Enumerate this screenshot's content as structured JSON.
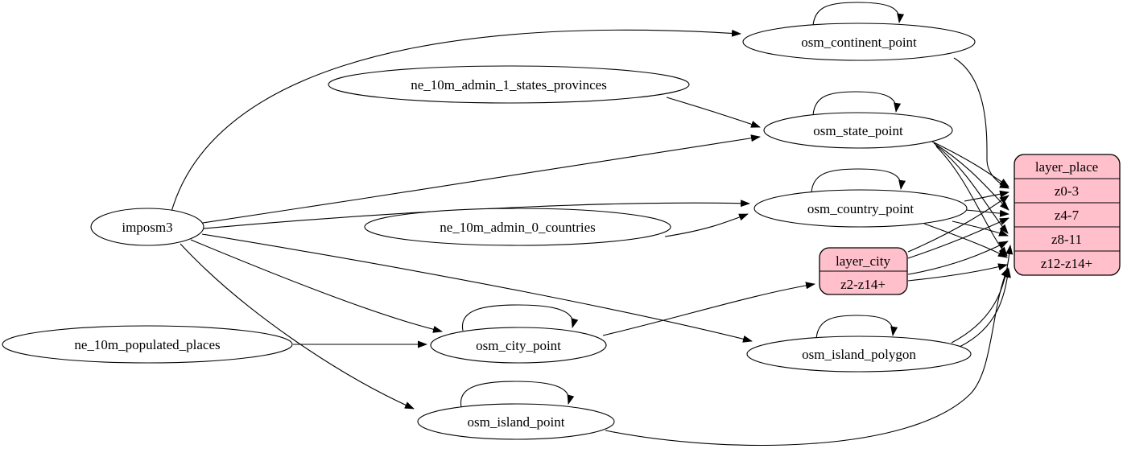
{
  "diagram": {
    "type": "graphviz-etl-flow",
    "background_color": "#ffffff",
    "edge_color": "#000000",
    "ellipse_fill": "#ffffff",
    "ellipse_stroke": "#000000",
    "layer_node_fill": "#ffc0cb",
    "nodes": {
      "imposm3": {
        "label": "imposm3"
      },
      "ne_10m_populated_places": {
        "label": "ne_10m_populated_places"
      },
      "ne_10m_admin_1_states_provinces": {
        "label": "ne_10m_admin_1_states_provinces"
      },
      "ne_10m_admin_0_countries": {
        "label": "ne_10m_admin_0_countries"
      },
      "osm_continent_point": {
        "label": "osm_continent_point"
      },
      "osm_state_point": {
        "label": "osm_state_point"
      },
      "osm_country_point": {
        "label": "osm_country_point"
      },
      "osm_city_point": {
        "label": "osm_city_point"
      },
      "osm_island_polygon": {
        "label": "osm_island_polygon"
      },
      "osm_island_point": {
        "label": "osm_island_point"
      },
      "layer_city": {
        "title": "layer_city",
        "rows": [
          "z2-z14+"
        ]
      },
      "layer_place": {
        "title": "layer_place",
        "rows": [
          "z0-3",
          "z4-7",
          "z8-11",
          "z12-z14+"
        ]
      }
    },
    "edges": [
      {
        "from": "imposm3",
        "to": "osm_continent_point"
      },
      {
        "from": "imposm3",
        "to": "osm_state_point"
      },
      {
        "from": "imposm3",
        "to": "osm_country_point"
      },
      {
        "from": "imposm3",
        "to": "osm_city_point"
      },
      {
        "from": "imposm3",
        "to": "osm_island_polygon"
      },
      {
        "from": "imposm3",
        "to": "osm_island_point"
      },
      {
        "from": "ne_10m_admin_1_states_provinces",
        "to": "osm_state_point"
      },
      {
        "from": "ne_10m_admin_0_countries",
        "to": "osm_country_point"
      },
      {
        "from": "ne_10m_populated_places",
        "to": "osm_city_point"
      },
      {
        "from": "osm_continent_point",
        "to": "osm_continent_point"
      },
      {
        "from": "osm_state_point",
        "to": "osm_state_point"
      },
      {
        "from": "osm_country_point",
        "to": "osm_country_point"
      },
      {
        "from": "osm_city_point",
        "to": "osm_city_point"
      },
      {
        "from": "osm_island_polygon",
        "to": "osm_island_polygon"
      },
      {
        "from": "osm_island_point",
        "to": "osm_island_point"
      },
      {
        "from": "osm_continent_point",
        "to": "layer_place",
        "to_port": "z0-3"
      },
      {
        "from": "osm_state_point",
        "to": "layer_place",
        "to_port": "z0-3"
      },
      {
        "from": "osm_state_point",
        "to": "layer_place",
        "to_port": "z4-7"
      },
      {
        "from": "osm_state_point",
        "to": "layer_place",
        "to_port": "z8-11"
      },
      {
        "from": "osm_state_point",
        "to": "layer_place",
        "to_port": "z12-z14+"
      },
      {
        "from": "osm_country_point",
        "to": "layer_place",
        "to_port": "z0-3"
      },
      {
        "from": "osm_country_point",
        "to": "layer_place",
        "to_port": "z4-7"
      },
      {
        "from": "osm_country_point",
        "to": "layer_place",
        "to_port": "z8-11"
      },
      {
        "from": "osm_country_point",
        "to": "layer_place",
        "to_port": "z12-z14+"
      },
      {
        "from": "osm_city_point",
        "to": "layer_city",
        "to_port": "z2-z14+"
      },
      {
        "from": "layer_city",
        "to": "layer_place",
        "to_port": "z0-3"
      },
      {
        "from": "layer_city",
        "to": "layer_place",
        "to_port": "z4-7"
      },
      {
        "from": "layer_city",
        "to": "layer_place",
        "to_port": "z8-11"
      },
      {
        "from": "layer_city",
        "to": "layer_place",
        "to_port": "z12-z14+"
      },
      {
        "from": "osm_island_polygon",
        "to": "layer_place",
        "to_port": "z8-11"
      },
      {
        "from": "osm_island_polygon",
        "to": "layer_place",
        "to_port": "z12-z14+"
      },
      {
        "from": "osm_island_point",
        "to": "layer_place",
        "to_port": "z12-z14+"
      }
    ]
  }
}
